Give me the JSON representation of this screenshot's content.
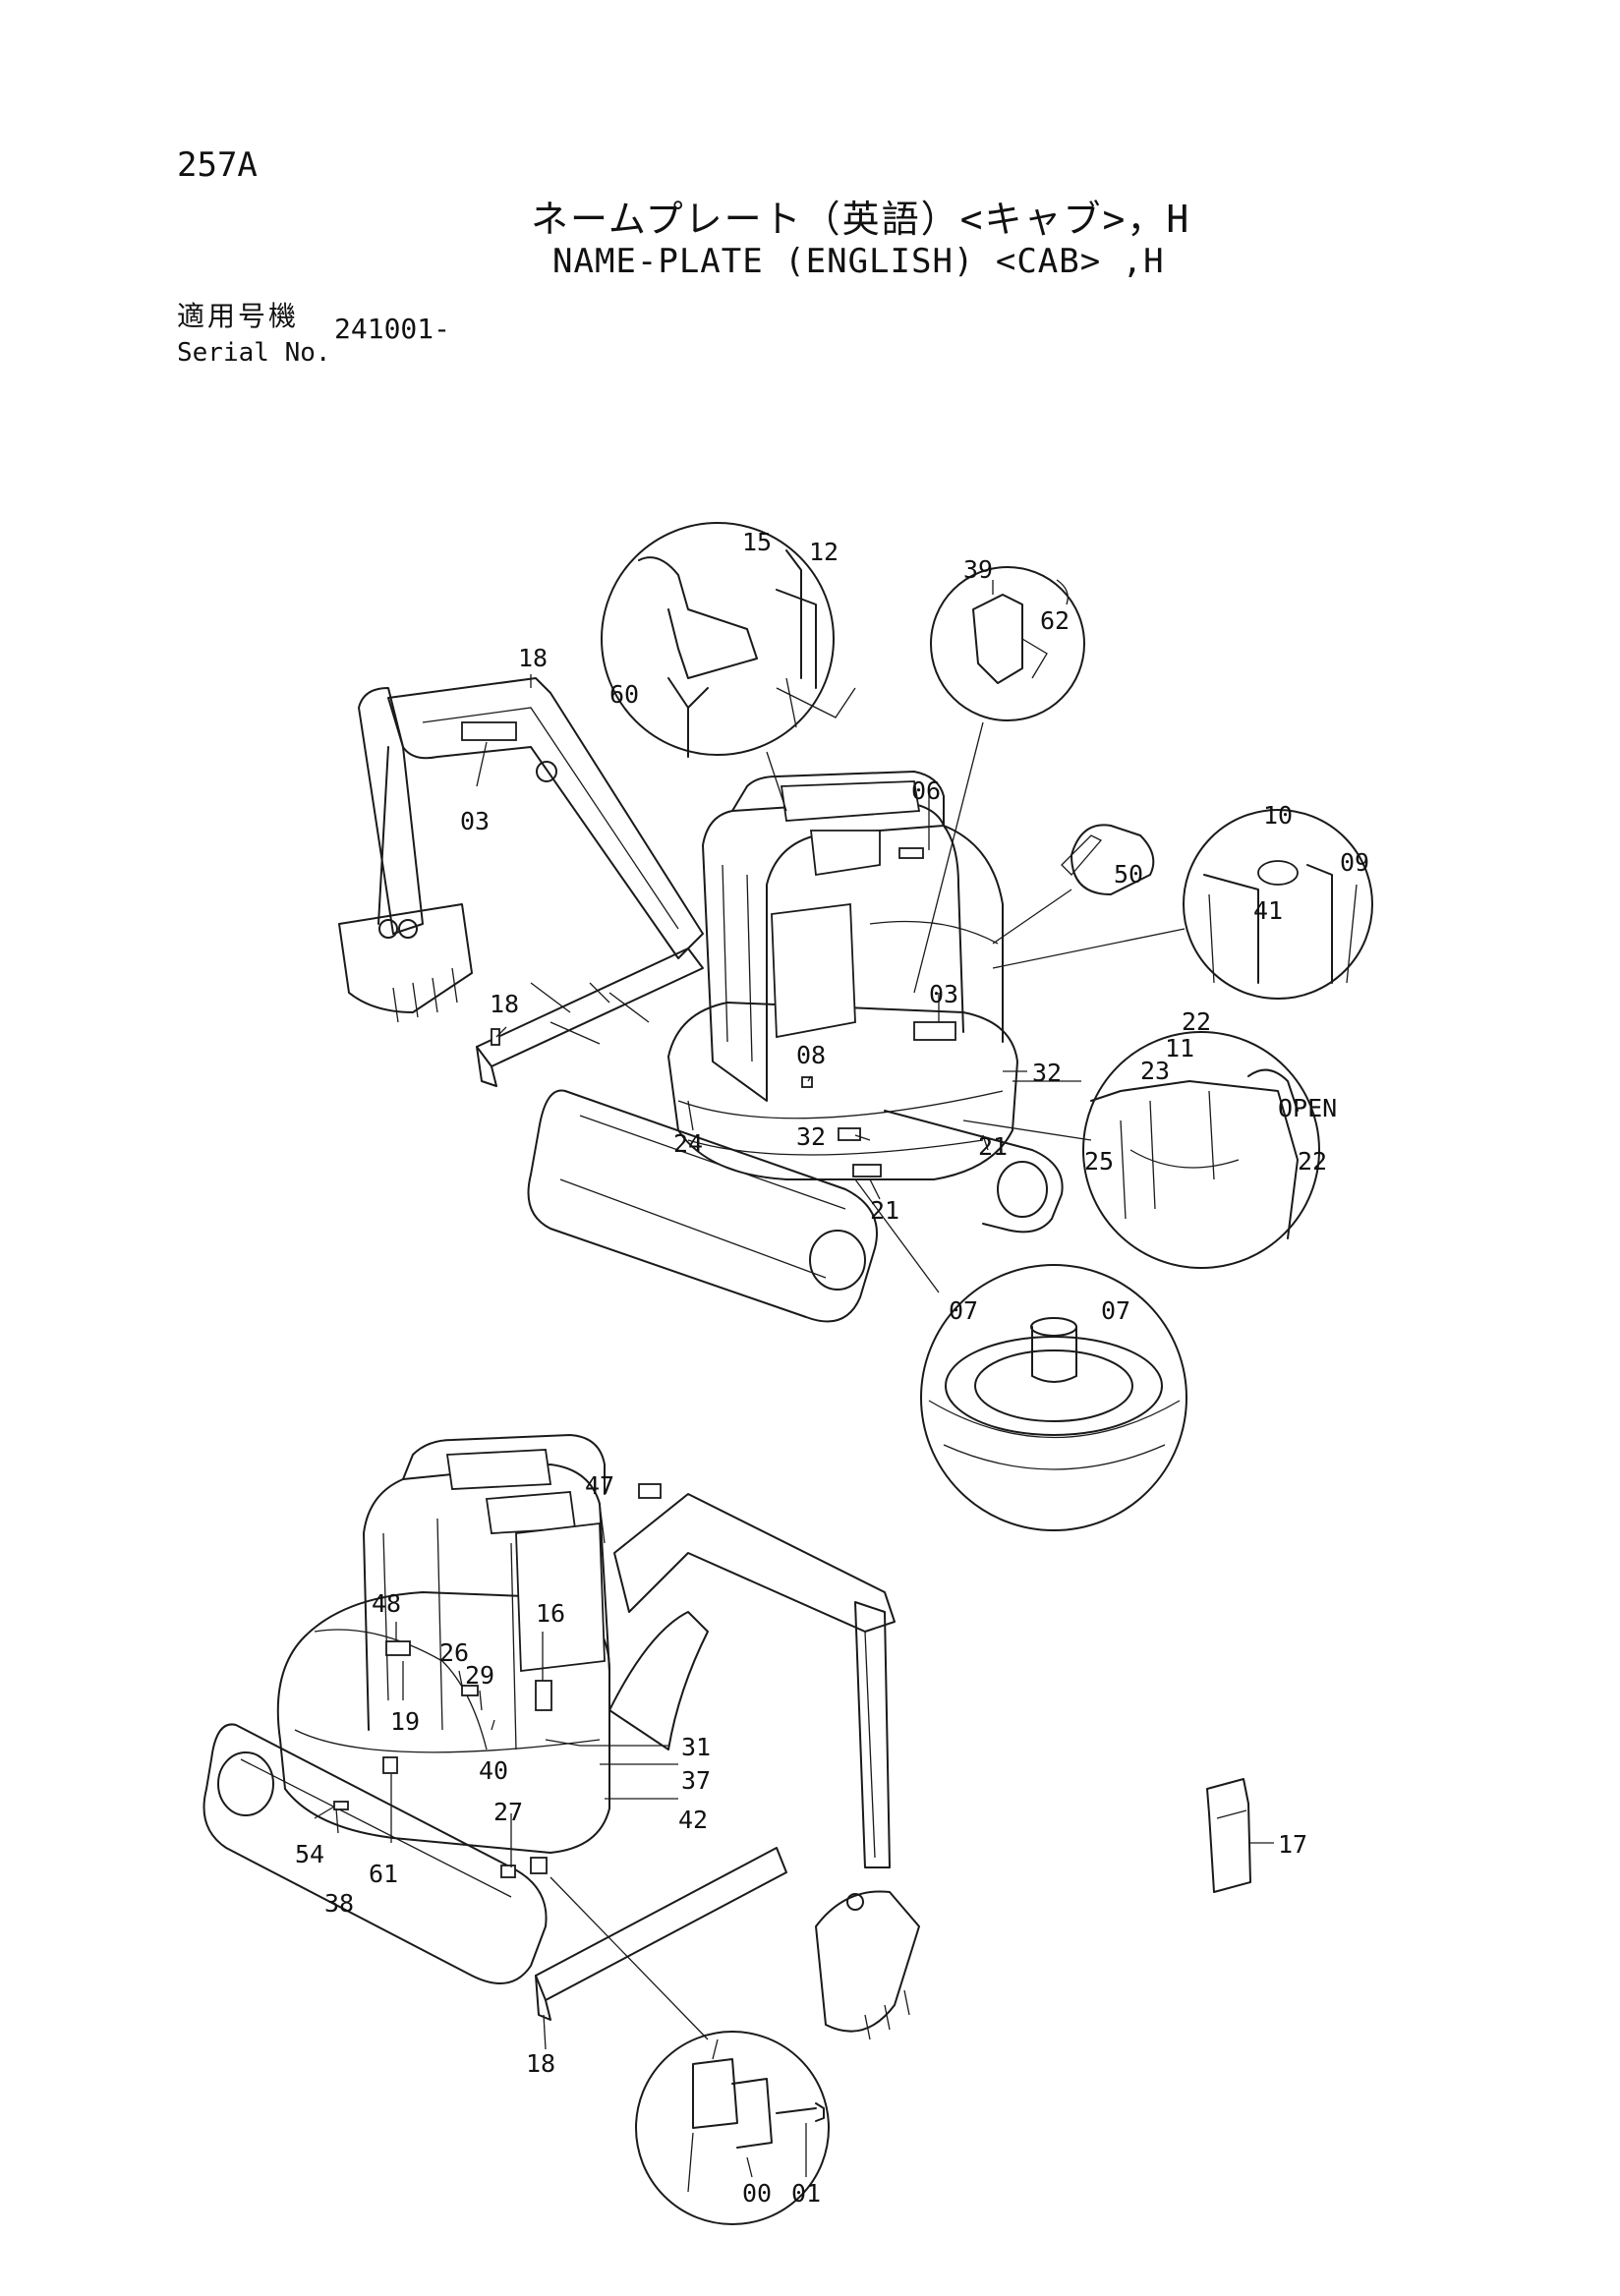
{
  "header": {
    "page_number": "257A",
    "title_jp": "ネームプレート（英語）<キャブ>，H",
    "title_en": "NAME-PLATE (ENGLISH) <CAB> ,H",
    "serial_label_jp": "適用号機",
    "serial_label_en": "Serial No.",
    "serial_value": "241001-"
  },
  "callouts": {
    "c15": "15",
    "c12": "12",
    "c60": "60",
    "c39": "39",
    "c62": "62",
    "c18a": "18",
    "c03a": "03",
    "c06": "06",
    "c50": "50",
    "c10": "10",
    "c09": "09",
    "c41": "41",
    "c18b": "18",
    "c03b": "03",
    "c08": "08",
    "c32a": "32",
    "c24": "24",
    "c32b": "32",
    "c21a": "21",
    "c21b": "21",
    "c22a": "22",
    "c11": "11",
    "c23": "23",
    "c25": "25",
    "c22b": "22",
    "open": "OPEN",
    "c07a": "07",
    "c07b": "07",
    "c47": "47",
    "c48": "48",
    "c26": "26",
    "c16": "16",
    "c29": "29",
    "c19": "19",
    "c40": "40",
    "c31": "31",
    "c37": "37",
    "c27": "27",
    "c42": "42",
    "c54": "54",
    "c61": "61",
    "c38": "38",
    "c18c": "18",
    "c17": "17",
    "c00": "00",
    "c01": "01"
  }
}
